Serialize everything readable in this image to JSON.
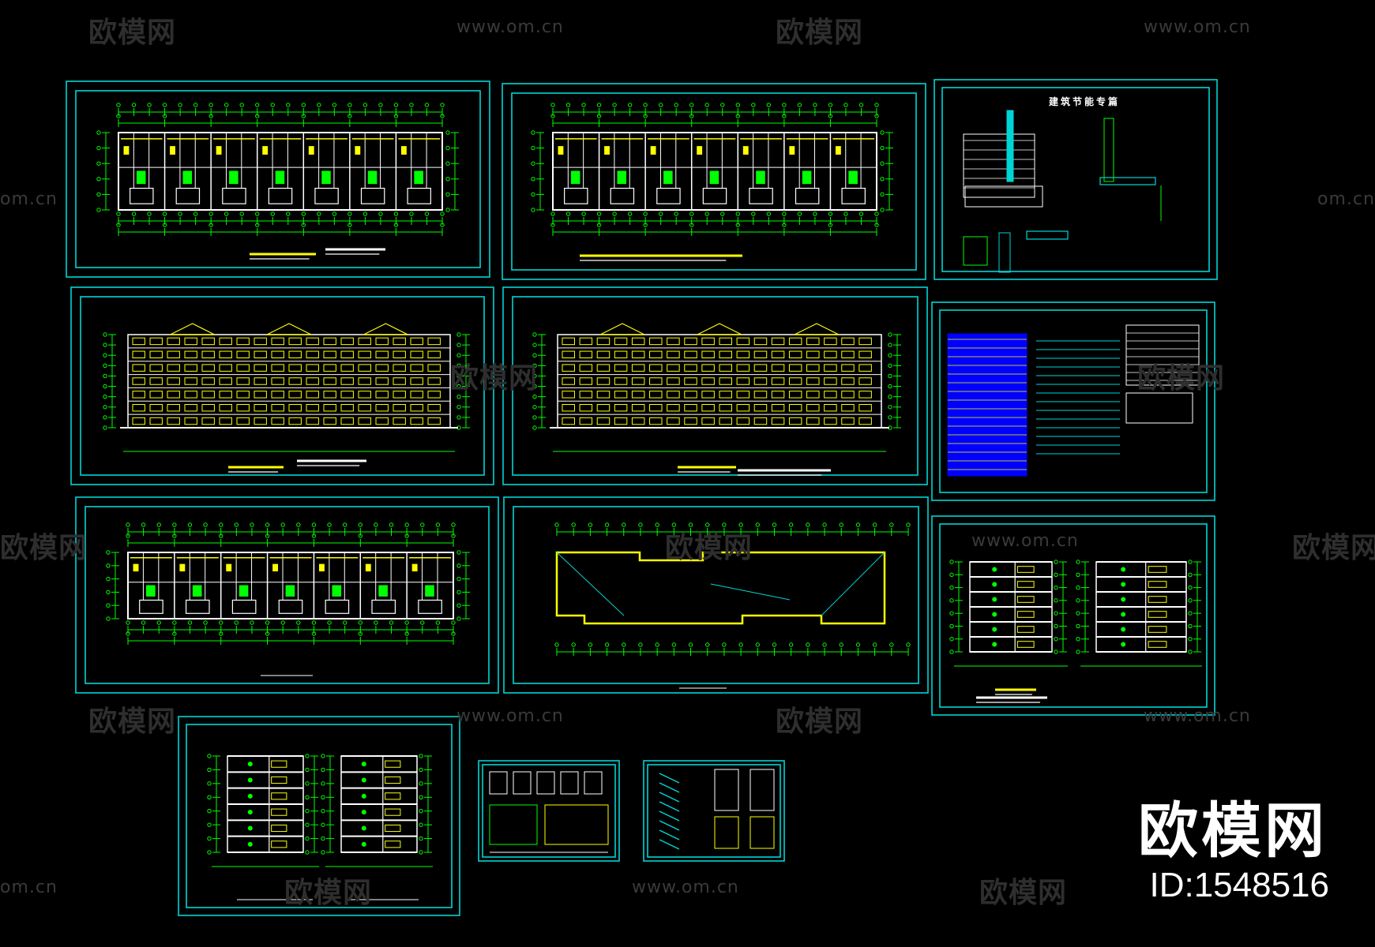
{
  "watermark": {
    "brand_cn": "欧模网",
    "site": "www.om.cn",
    "site_short": "om.cn"
  },
  "brand": {
    "logo_text": "欧模网",
    "id_text": "ID:1548516"
  },
  "sheets": {
    "energy_title": "建筑节能专篇"
  },
  "colors": {
    "background": "#000000",
    "frame": "#00d4d4",
    "lines": "#00ff00",
    "walls": "#ffffff",
    "highlight": "#ffff00",
    "accent_blue": "#0000ff"
  }
}
